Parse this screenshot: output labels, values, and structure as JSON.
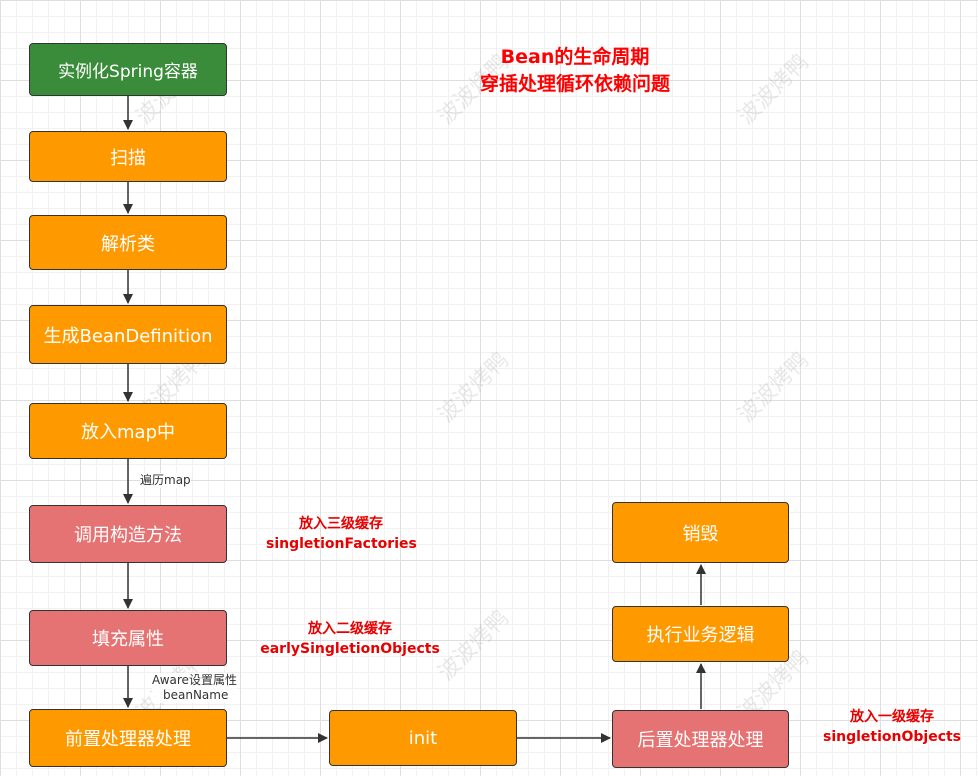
{
  "title": {
    "line1": "Bean的生命周期",
    "line2": "穿插处理循环依赖问题"
  },
  "nodes": {
    "instantiate": "实例化Spring容器",
    "scan": "扫描",
    "parse": "解析类",
    "generate": "生成BeanDefinition",
    "put_map": "放入map中",
    "constructor": "调用构造方法",
    "populate": "填充属性",
    "pre_processor": "前置处理器处理",
    "init": "init",
    "post_processor": "后置处理器处理",
    "business": "执行业务逻辑",
    "destroy": "销毁"
  },
  "edge_labels": {
    "iterate_map": "遍历map",
    "aware_line1": "Aware设置属性",
    "aware_line2": "beanName"
  },
  "notes": {
    "level3": {
      "line1": "放入三级缓存",
      "line2": "singletionFactories"
    },
    "level2": {
      "line1": "放入二级缓存",
      "line2": "earlySingletionObjects"
    },
    "level1": {
      "line1": "放入一级缓存",
      "line2": "singletionObjects"
    }
  },
  "watermark": "波波烤鸭",
  "colors": {
    "start": "#3a8c3a",
    "step": "#ff9900",
    "cache_step": "#e57373",
    "note": "#e60000"
  }
}
